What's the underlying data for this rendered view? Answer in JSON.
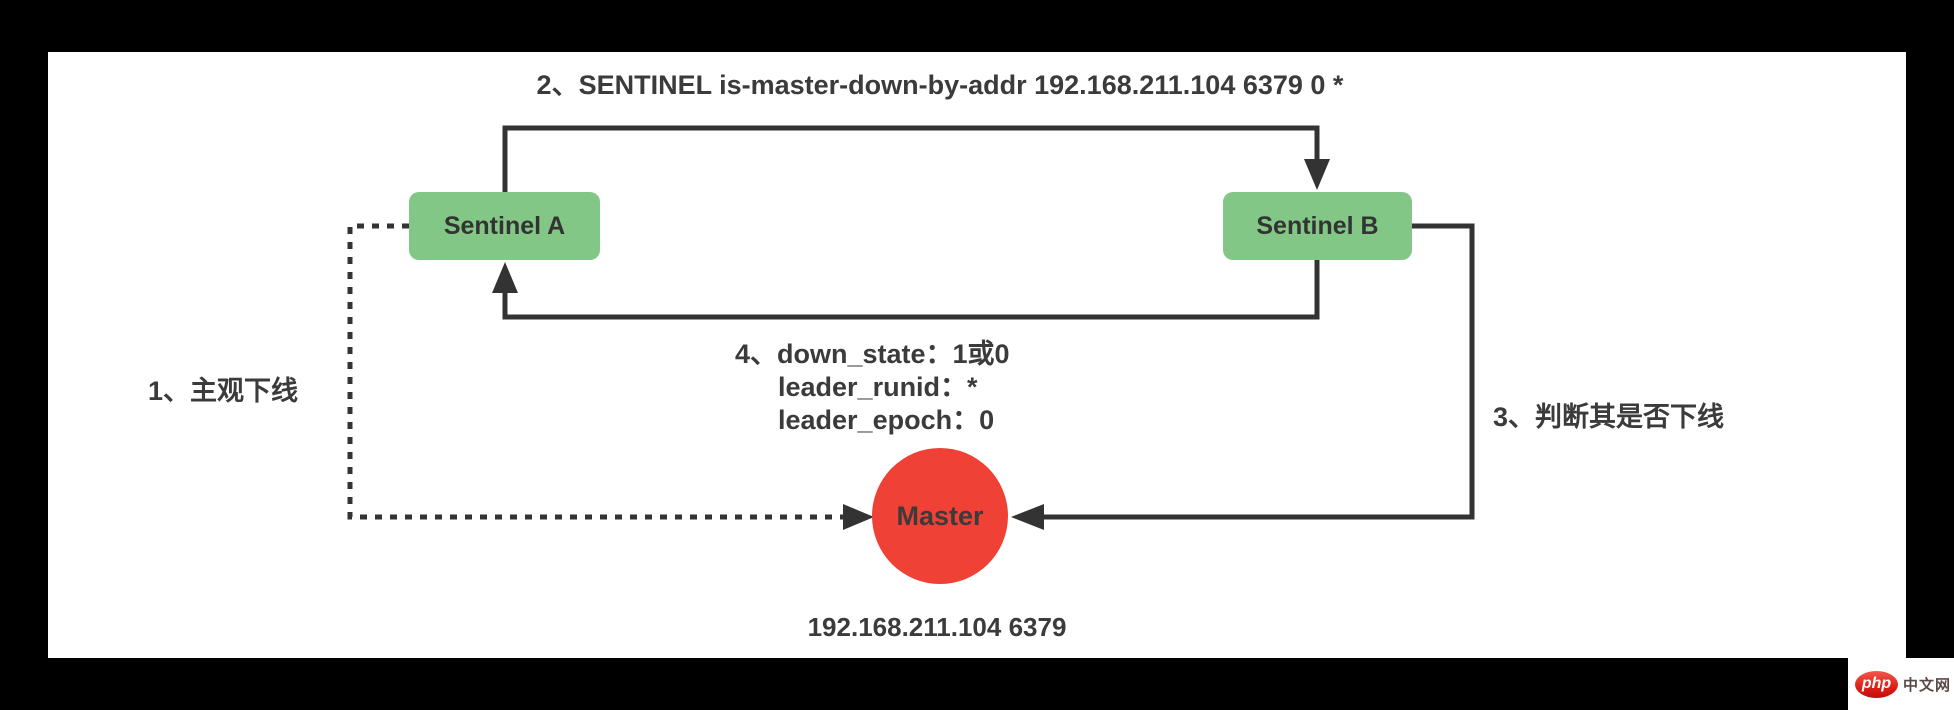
{
  "title": "2、SENTINEL is-master-down-by-addr 192.168.211.104 6379 0 *",
  "nodes": {
    "sentinel_a": {
      "label": "Sentinel A"
    },
    "sentinel_b": {
      "label": "Sentinel B"
    },
    "master": {
      "label": "Master",
      "address": "192.168.211.104 6379"
    }
  },
  "annotations": {
    "step1": "1、主观下线",
    "step3": "3、判断其是否下线",
    "step4": {
      "line1": "4、down_state：1或0",
      "line2": "leader_runid：*",
      "line3": "leader_epoch：0"
    }
  },
  "watermark": {
    "logo": "php",
    "site": "中文网"
  },
  "colors": {
    "sentinel_green": "#82C785",
    "master_red": "#EF4136",
    "line_dark": "#333333",
    "text_dark": "#3B3B3B",
    "watermark_red": "#D61B1B"
  }
}
